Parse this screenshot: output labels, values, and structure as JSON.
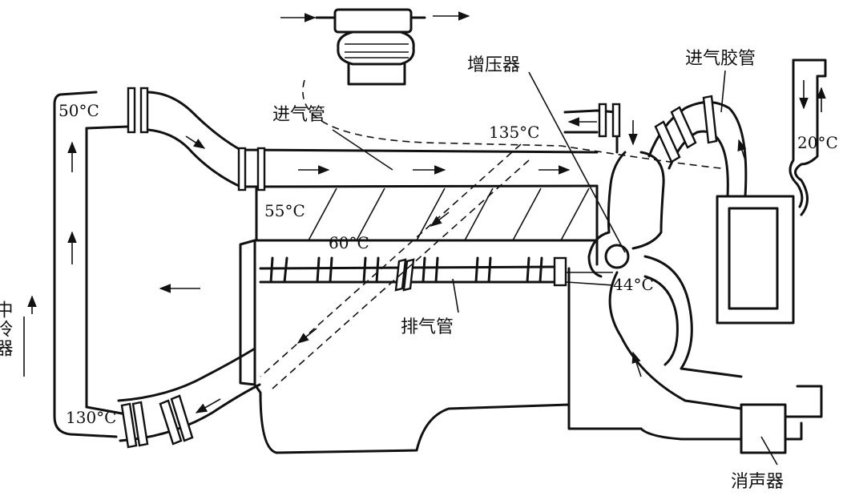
{
  "labels": {
    "intercooler": "中冷器",
    "intake_pipe": "进气管",
    "turbocharger": "增压器",
    "intake_hose": "进气胶管",
    "exhaust_pipe": "排气管",
    "muffler": "消声器"
  },
  "temperatures": {
    "t50": "50°C",
    "t55": "55°C",
    "t60": "60°C",
    "t135": "135°C",
    "t44": "44°C",
    "t20": "20°C",
    "t130": "130°C"
  }
}
